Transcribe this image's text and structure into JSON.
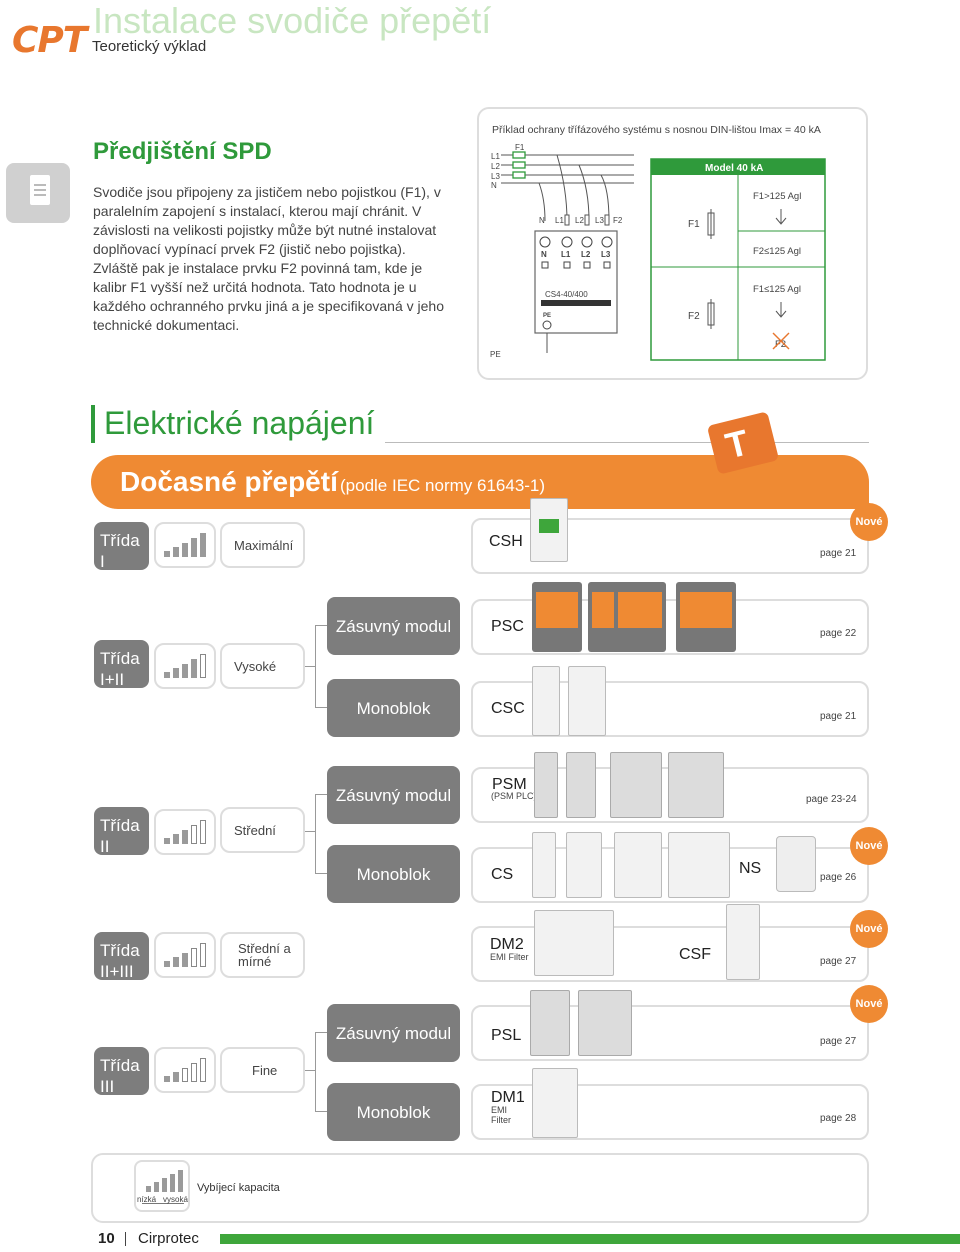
{
  "header": {
    "logo": "CPT",
    "title": "Instalace svodiče přepětí",
    "subtitle": "Teoretický výklad",
    "icon": "document-icon"
  },
  "intro": {
    "title": "Předjištění SPD",
    "text": "Svodiče jsou připojeny za jističem nebo pojistkou (F1), v paralelním zapojení s instalací, kterou mají chránit. V závislosti na velikosti pojistky může být nutné instalovat doplňovací vypínací prvek F2 (jistič nebo pojistka). Zvláště pak je instalace prvku F2 povinná tam, kde je kalibr F1 vyšší než určitá hodnota. Tato hodnota je u každého ochranného prvku jiná a je specifikovaná v jeho technické dokumentaci."
  },
  "diagram": {
    "caption": "Příklad ochrany třífázového systému s nosnou DIN-lištou Imax = 40 kA",
    "lines": [
      "L1",
      "L2",
      "L3",
      "N"
    ],
    "fuse_top": "F1",
    "terminals_top": [
      "N",
      "L1",
      "L2",
      "L3",
      "F2"
    ],
    "terminals_dev": [
      "N",
      "L1",
      "L2",
      "L3"
    ],
    "device_label": "CS4-40/400",
    "pe_dev": "PE",
    "pe": "PE",
    "model": "Model 40 kA",
    "f1": "F1",
    "f2": "F2",
    "r1": "F1>125 Agl",
    "r2": "F2≤125 Agl",
    "r3": "F1≤125 Agl",
    "r3_f2": "F2"
  },
  "section": {
    "title": "Elektrické napájení",
    "icon": "T",
    "band_title": "Dočasné přepětí",
    "band_sub": "(podle IEC normy 61643-1)"
  },
  "classes": {
    "c1": {
      "trida": "Třída",
      "num": "I",
      "level": "Maximální",
      "product": "CSH",
      "page": "page 21",
      "badge": "Nové"
    },
    "c12": {
      "trida": "Třída",
      "num": "I+II",
      "level": "Vysoké",
      "mod1": "Zásuvný modul",
      "prod1": "PSC",
      "page1": "page 22",
      "mod2": "Monoblok",
      "prod2": "CSC",
      "page2": "page 21"
    },
    "c2": {
      "trida": "Třída",
      "num": "II",
      "level": "Střední",
      "mod1": "Zásuvný modul",
      "prod1": "PSM",
      "prod1_sub": "(PSM PLC)",
      "page1": "page 23-24",
      "mod2": "Monoblok",
      "prod2": "CS",
      "prod3": "NS",
      "page2": "page 26",
      "badge": "Nové"
    },
    "c23": {
      "trida": "Třída",
      "num": "II+III",
      "level": "Střední a mírné",
      "prod1": "DM2",
      "prod1_sub": "EMI Filter",
      "prod2": "CSF",
      "page": "page 27",
      "badge": "Nové"
    },
    "c3": {
      "trida": "Třída",
      "num": "III",
      "level": "Fine",
      "mod1": "Zásuvný modul",
      "prod1": "PSL",
      "page1": "page 27",
      "badge": "Nové",
      "mod2": "Monoblok",
      "prod2": "DM1",
      "prod2_sub1": "EMI",
      "prod2_sub2": "Filter",
      "page2": "page 28"
    }
  },
  "legend": {
    "low": "nízká",
    "high": "vysoká",
    "text": "Vybíjecí kapacita"
  },
  "footer": {
    "page": "10",
    "brand": "Cirprotec"
  },
  "colors": {
    "green": "#2f9a3b",
    "orange": "#ef8a33",
    "grey": "#7d7d7d",
    "light_green": "#c8e6c1"
  }
}
